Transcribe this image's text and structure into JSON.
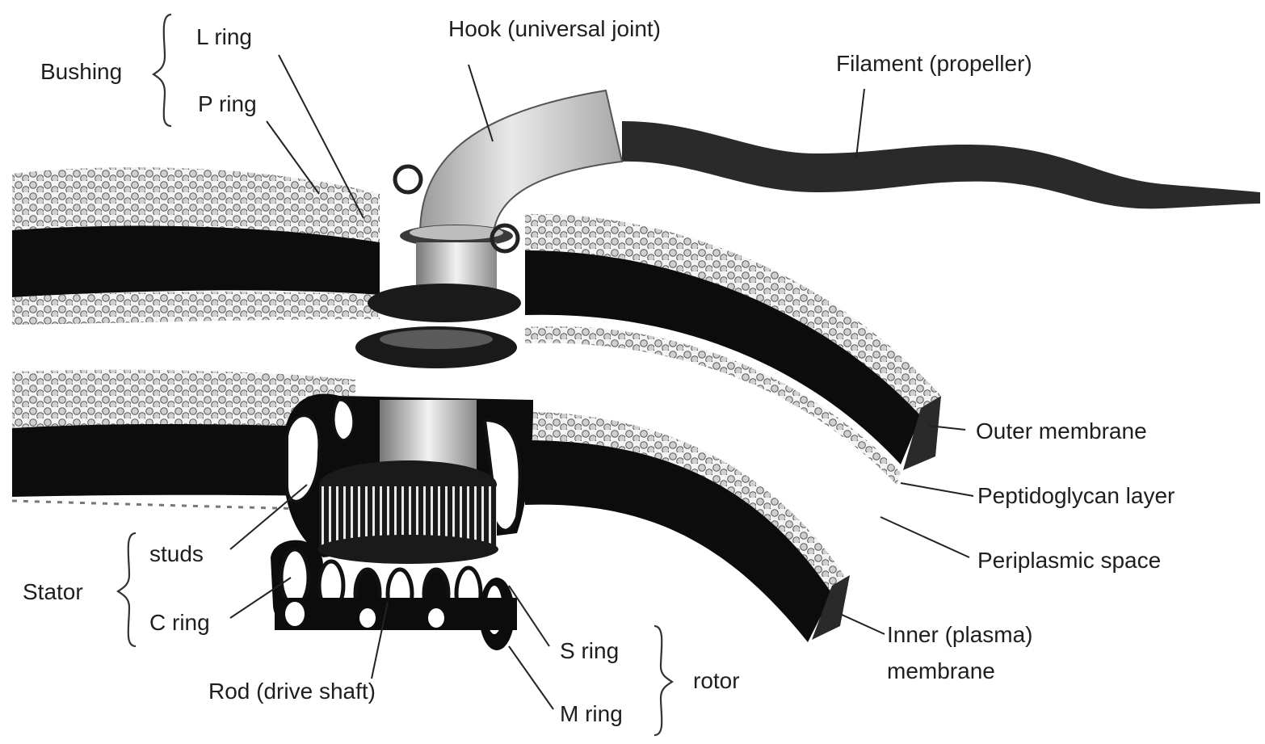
{
  "labels": {
    "bushing": "Bushing",
    "l_ring": "L ring",
    "p_ring": "P ring",
    "hook": "Hook (universal joint)",
    "filament": "Filament (propeller)",
    "outer_membrane": "Outer membrane",
    "peptidoglycan": "Peptidoglycan layer",
    "periplasmic": "Periplasmic space",
    "inner_membrane_1": "Inner (plasma)",
    "inner_membrane_2": "membrane",
    "stator": "Stator",
    "studs": "studs",
    "c_ring": "C ring",
    "rod": "Rod (drive shaft)",
    "s_ring": "S ring",
    "m_ring": "M ring",
    "rotor": "rotor"
  },
  "colors": {
    "membrane_core": "#0c0c0c",
    "bead": "#d9d9d9",
    "hook": "#cfcfcf",
    "filament": "#2a2a2a"
  }
}
